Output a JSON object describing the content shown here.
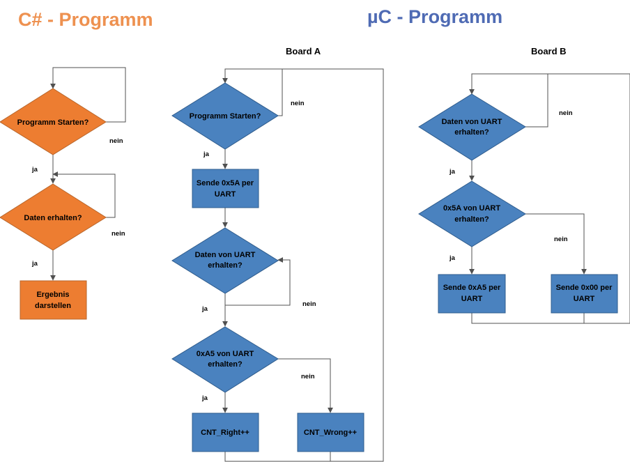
{
  "titles": {
    "csharp": "C# - Programm",
    "uc": "µC - Programm"
  },
  "boards": {
    "a": "Board A",
    "b": "Board B"
  },
  "colors": {
    "orange_fill": "#ed7d31",
    "orange_stroke": "#b7662c",
    "blue_fill": "#4a82bf",
    "blue_stroke": "#2f5c8c"
  },
  "csharp": {
    "start_l1": "Programm Starten?",
    "data_l1": "Daten erhalten?",
    "result_l1": "Ergebnis",
    "result_l2": "darstellen",
    "yes1": "ja",
    "no1": "nein",
    "yes2": "ja",
    "no2": "nein"
  },
  "board_a": {
    "start_l1": "Programm Starten?",
    "send_l1": "Sende 0x5A per",
    "send_l2": "UART",
    "uart_l1": "Daten von UART",
    "uart_l2": "erhalten?",
    "a5_l1": "0xA5 von UART",
    "a5_l2": "erhalten?",
    "right": "CNT_Right++",
    "wrong": "CNT_Wrong++",
    "yes1": "ja",
    "no1": "nein",
    "yes2": "ja",
    "no2": "nein",
    "yes3": "ja",
    "no3": "nein"
  },
  "board_b": {
    "uart_l1": "Daten von UART",
    "uart_l2": "erhalten?",
    "x5a_l1": "0x5A von UART",
    "x5a_l2": "erhalten?",
    "a5_l1": "Sende 0xA5 per",
    "a5_l2": "UART",
    "zero_l1": "Sende 0x00 per",
    "zero_l2": "UART",
    "yes1": "ja",
    "no1": "nein",
    "yes2": "ja",
    "no2": "nein"
  }
}
